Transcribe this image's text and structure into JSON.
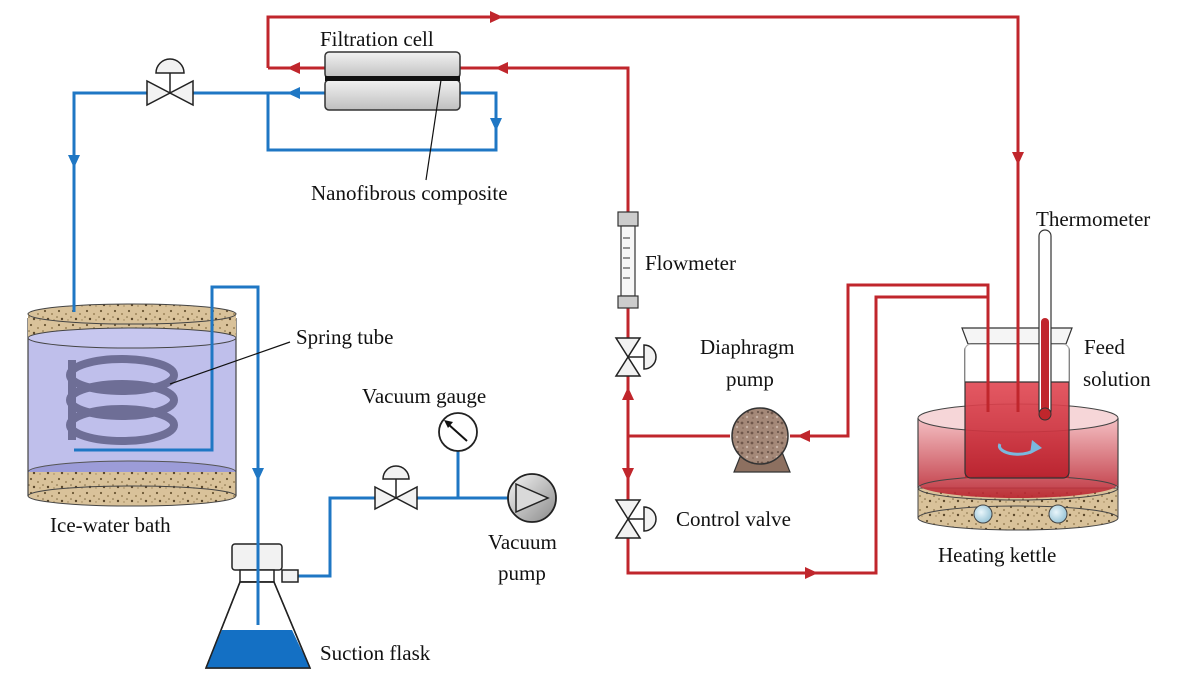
{
  "colors": {
    "hot_line": "#c0262c",
    "cold_line": "#1f77c4",
    "vacuum_line": "#1f77c4",
    "kettle_liquid": "#d24a55",
    "ice_bath_fill": "#a9a9e3",
    "flask_liquid": "#1470c4"
  },
  "icons": {
    "valve": "valve-icon",
    "pump": "pump-icon",
    "gauge": "gauge-icon",
    "thermometer": "thermometer-icon",
    "flowmeter": "flowmeter-icon"
  },
  "labels": {
    "filtration_cell": "Filtration cell",
    "nanofibrous_composite": "Nanofibrous composite",
    "thermometer": "Thermometer",
    "flowmeter": "Flowmeter",
    "spring_tube": "Spring tube",
    "diaphragm_pump_line1": "Diaphragm",
    "diaphragm_pump_line2": "pump",
    "feed_solution_line1": "Feed",
    "feed_solution_line2": "solution",
    "vacuum_gauge": "Vacuum gauge",
    "ice_water_bath": "Ice-water bath",
    "control_valve": "Control valve",
    "vacuum_pump_line1": "Vacuum",
    "vacuum_pump_line2": "pump",
    "heating_kettle": "Heating kettle",
    "suction_flask": "Suction flask"
  }
}
